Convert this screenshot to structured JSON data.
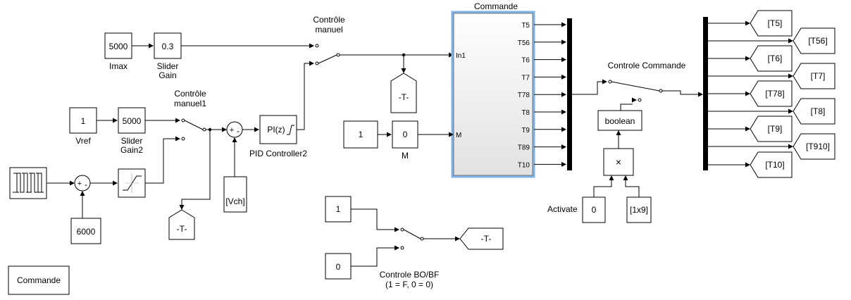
{
  "blocks": {
    "imax_const": "5000",
    "imax_label": "Imax",
    "slider_gain": "0.3",
    "slider_gain_label_1": "Slider",
    "slider_gain_label_2": "Gain",
    "switch1_label_1": "Contrôle",
    "switch1_label_2": "manuel",
    "switch2_label_1": "Contrôle",
    "switch2_label_2": "manuel1",
    "vref_const": "1",
    "vref_label": "Vref",
    "slider_gain2": "5000",
    "slider_gain2_label_1": "Slider",
    "slider_gain2_label_2": "Gain2",
    "sum_plus": "+",
    "sum_minus": "-",
    "const_6000": "6000",
    "goto_T": "-T-",
    "pid": "PI(z)",
    "pid_label": "PID Controller2",
    "vch": "[Vch]",
    "subsystem_title": "Commande",
    "subsystem_in1": "In1",
    "subsystem_m": "M",
    "subsystem_outputs": [
      "T5",
      "T56",
      "T6",
      "T7",
      "T78",
      "T8",
      "T9",
      "T89",
      "T10"
    ],
    "const_m_one": "1",
    "const_m_zero": "0",
    "const_m_label": "M",
    "controle_commande_label": "Controle Commande",
    "boolean": "boolean",
    "product": "×",
    "activate_label": "Activate",
    "activate_const": "0",
    "const_1x9": "[1x9]",
    "goto_tags": [
      "[T5]",
      "[T56]",
      "[T6]",
      "[T7]",
      "[T78]",
      "[T8]",
      "[T9]",
      "[T910]",
      "[T10]"
    ],
    "bobf_const_1": "1",
    "bobf_const_0": "0",
    "bobf_label_1": "Controle BO/BF",
    "bobf_label_2": "(1 = F, 0 = 0)",
    "bobf_goto": "-T-",
    "commande_button": "Commande"
  }
}
